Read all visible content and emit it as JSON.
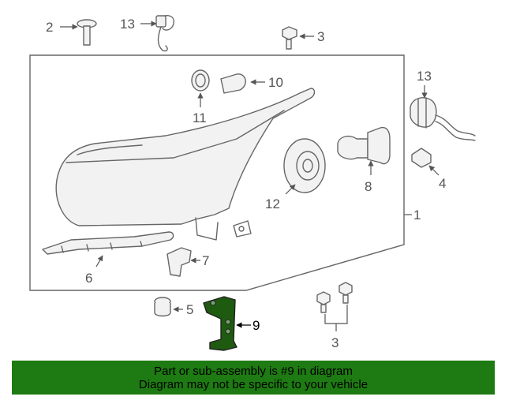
{
  "callouts": {
    "c2": "2",
    "c13_top": "13",
    "c3_top": "3",
    "c13_right": "13",
    "c10": "10",
    "c11": "11",
    "c4": "4",
    "c12": "12",
    "c8": "8",
    "c1": "1",
    "c6": "6",
    "c7": "7",
    "c5": "5",
    "c9": "9",
    "c3_bottom": "3"
  },
  "highlight_part": {
    "number": "9",
    "color": "#1e5a10"
  },
  "banner": {
    "line1": "Part or sub-assembly is #9 in diagram",
    "line2": "Diagram may not be specific to your vehicle",
    "background": "#1e7a12"
  }
}
